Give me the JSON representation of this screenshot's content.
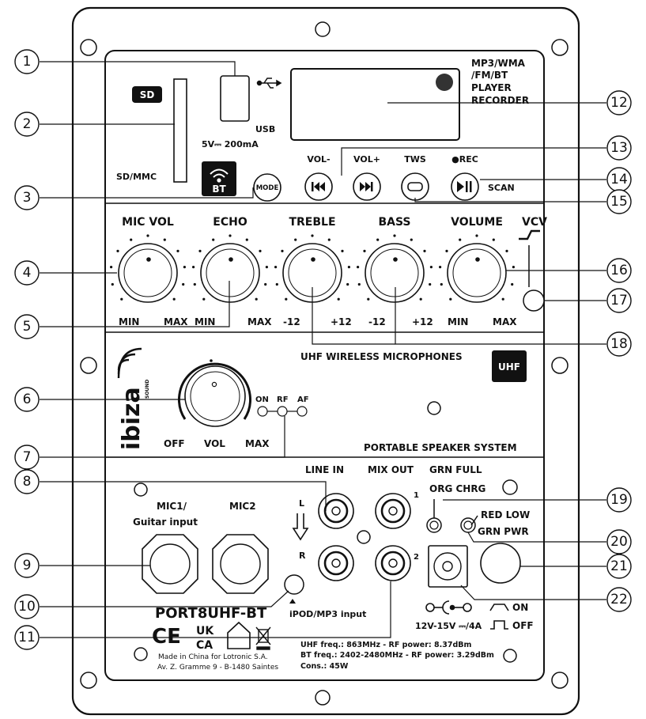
{
  "top_panel": {
    "sd_badge": "SD",
    "sd_mmc": "SD/MMC",
    "usb": "USB",
    "power_spec": "5V⎓ 200mA",
    "display_line1": "MP3/WMA",
    "display_line2": "/FM/BT",
    "display_line3": "PLAYER",
    "display_line4": "RECORDER",
    "bt": "BT",
    "mode": "MODE",
    "vol_minus": "VOL-",
    "vol_plus": "VOL+",
    "tws": "TWS",
    "rec": "●REC",
    "scan": "SCAN"
  },
  "knob_panel": {
    "knobs": [
      "MIC VOL",
      "ECHO",
      "TREBLE",
      "BASS",
      "VOLUME"
    ],
    "vcv": "VCV",
    "min": "MIN",
    "max": "MAX",
    "minus12": "-12",
    "plus12": "+12"
  },
  "uhf_panel": {
    "brand": "ibiza",
    "brand_sub": "SOUND",
    "title": "UHF WIRELESS MICROPHONES",
    "uhf_badge": "UHF",
    "on": "ON",
    "rf": "RF",
    "af": "AF",
    "off": "OFF",
    "vol": "VOL",
    "max": "MAX",
    "footer": "PORTABLE SPEAKER SYSTEM"
  },
  "bottom_panel": {
    "line_in": "LINE IN",
    "mix_out": "MIX OUT",
    "grn_full": "GRN FULL",
    "org_chrg": "ORG CHRG",
    "red_low": "RED LOW",
    "grn_pwr": "GRN PWR",
    "mic1": "MIC1/",
    "guitar_input": "Guitar  input",
    "mic2": "MIC2",
    "l": "L",
    "r": "R",
    "ch1": "1",
    "ch2": "2",
    "model": "PORT8UHF-BT",
    "ipod": "iPOD/MP3 input",
    "dc_spec": "12V-15V ⎓/4A",
    "on": "ON",
    "off": "OFF",
    "ce": "CE",
    "ukca1": "UK",
    "ukca2": "CA",
    "made_in": "Made in China for Lotronic S.A.",
    "address": "Av. Z. Gramme 9 - B-1480 Saintes",
    "uhf_freq": "UHF freq.: 863MHz - RF power: 8.37dBm",
    "bt_freq": "BT freq.: 2402-2480MHz - RF power: 3.29dBm",
    "cons": "Cons.: 45W"
  },
  "callouts": [
    "1",
    "2",
    "3",
    "4",
    "5",
    "6",
    "7",
    "8",
    "9",
    "10",
    "11",
    "12",
    "13",
    "14",
    "15",
    "16",
    "17",
    "18",
    "19",
    "20",
    "21",
    "22"
  ]
}
